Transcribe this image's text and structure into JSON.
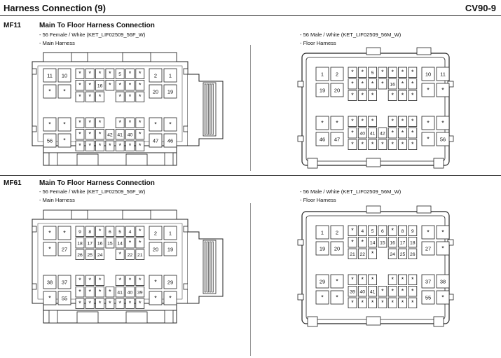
{
  "header": {
    "title": "Harness Connection (9)",
    "code": "CV90-9"
  },
  "connections": [
    {
      "id": "MF11",
      "title": "Main To Floor Harness Connection",
      "left": {
        "spec": "- 56 Female / White (KET_LIF02509_56F_W)",
        "harness": "- Main Harness"
      },
      "right": {
        "spec": "- 56 Male / White (KET_LIF02509_56M_W)",
        "harness": "- Floor Harness"
      },
      "female_pins": [
        {
          "big": true,
          "cells": [
            [
              "11",
              "10"
            ],
            [
              "*",
              "*"
            ]
          ]
        },
        {
          "big": false,
          "cells": [
            [
              "*",
              "*",
              "*",
              "*",
              "5",
              "*",
              "*"
            ],
            [
              "*",
              "*",
              "16",
              "*",
              "*",
              "*",
              "*"
            ],
            [
              "*",
              "*",
              "*",
              "",
              "*",
              "*",
              "*"
            ]
          ]
        },
        {
          "big": true,
          "cells": [
            [
              "2",
              "1"
            ],
            [
              "20",
              "19"
            ]
          ]
        },
        {
          "big": true,
          "cells": [
            [
              "*",
              "*"
            ],
            [
              "56",
              "*"
            ]
          ]
        },
        {
          "big": false,
          "cells": [
            [
              "*",
              "*",
              "*",
              "",
              "*",
              "*",
              "*"
            ],
            [
              "*",
              "*",
              "*",
              "42",
              "41",
              "40",
              "*"
            ],
            [
              "*",
              "*",
              "*",
              "*",
              "*",
              "*",
              "*"
            ]
          ]
        },
        {
          "big": true,
          "cells": [
            [
              "*",
              "*"
            ],
            [
              "47",
              "46"
            ]
          ]
        }
      ],
      "male_pins": [
        {
          "big": true,
          "cells": [
            [
              "1",
              "2"
            ],
            [
              "19",
              "20"
            ]
          ]
        },
        {
          "big": false,
          "cells": [
            [
              "*",
              "*",
              "5",
              "*",
              "*",
              "*",
              "*"
            ],
            [
              "*",
              "*",
              "*",
              "*",
              "16",
              "*",
              "*"
            ],
            [
              "*",
              "*",
              "*",
              "",
              "*",
              "*",
              "*"
            ]
          ]
        },
        {
          "big": true,
          "cells": [
            [
              "10",
              "11"
            ],
            [
              "*",
              "*"
            ]
          ]
        },
        {
          "big": true,
          "cells": [
            [
              "*",
              "*"
            ],
            [
              "46",
              "47"
            ]
          ]
        },
        {
          "big": false,
          "cells": [
            [
              "*",
              "*",
              "*",
              "",
              "*",
              "*",
              "*"
            ],
            [
              "*",
              "40",
              "41",
              "42",
              "*",
              "*",
              "*"
            ],
            [
              "*",
              "*",
              "*",
              "*",
              "*",
              "*",
              "*"
            ]
          ]
        },
        {
          "big": true,
          "cells": [
            [
              "*",
              "*"
            ],
            [
              "*",
              "56"
            ]
          ]
        }
      ]
    },
    {
      "id": "MF61",
      "title": "Main To Floor Harness Connection",
      "left": {
        "spec": "- 56 Female / White (KET_LIF02509_56F_W)",
        "harness": "- Main Harness"
      },
      "right": {
        "spec": "- 56 Male / White (KET_LIF02509_56M_W)",
        "harness": "- Floor Harness"
      },
      "female_pins": [
        {
          "big": true,
          "cells": [
            [
              "*",
              "*"
            ],
            [
              "*",
              "27"
            ]
          ]
        },
        {
          "big": false,
          "cells": [
            [
              "9",
              "8",
              "*",
              "6",
              "5",
              "4",
              "*"
            ],
            [
              "18",
              "17",
              "16",
              "15",
              "14",
              "*",
              "*"
            ],
            [
              "26",
              "25",
              "24",
              "",
              "*",
              "22",
              "21"
            ]
          ]
        },
        {
          "big": true,
          "cells": [
            [
              "2",
              "1"
            ],
            [
              "20",
              "19"
            ]
          ]
        },
        {
          "big": true,
          "cells": [
            [
              "38",
              "37"
            ],
            [
              "*",
              "55"
            ]
          ]
        },
        {
          "big": false,
          "cells": [
            [
              "*",
              "*",
              "*",
              "",
              "*",
              "*",
              "*"
            ],
            [
              "*",
              "*",
              "*",
              "*",
              "41",
              "40",
              "39"
            ],
            [
              "*",
              "*",
              "*",
              "*",
              "*",
              "*",
              "*"
            ]
          ]
        },
        {
          "big": true,
          "cells": [
            [
              "*",
              "29"
            ],
            [
              "*",
              "*"
            ]
          ]
        }
      ],
      "male_pins": [
        {
          "big": true,
          "cells": [
            [
              "1",
              "2"
            ],
            [
              "19",
              "20"
            ]
          ]
        },
        {
          "big": false,
          "cells": [
            [
              "*",
              "4",
              "5",
              "6",
              "*",
              "8",
              "9"
            ],
            [
              "*",
              "*",
              "14",
              "15",
              "16",
              "17",
              "18"
            ],
            [
              "21",
              "22",
              "*",
              "",
              "24",
              "25",
              "26"
            ]
          ]
        },
        {
          "big": true,
          "cells": [
            [
              "*",
              "*"
            ],
            [
              "27",
              "*"
            ]
          ]
        },
        {
          "big": true,
          "cells": [
            [
              "29",
              "*"
            ],
            [
              "*",
              "*"
            ]
          ]
        },
        {
          "big": false,
          "cells": [
            [
              "*",
              "*",
              "*",
              "",
              "*",
              "*",
              "*"
            ],
            [
              "39",
              "40",
              "41",
              "*",
              "*",
              "*",
              "*"
            ],
            [
              "*",
              "*",
              "*",
              "*",
              "*",
              "*",
              "*"
            ]
          ]
        },
        {
          "big": true,
          "cells": [
            [
              "37",
              "38"
            ],
            [
              "55",
              "*"
            ]
          ]
        }
      ]
    }
  ]
}
